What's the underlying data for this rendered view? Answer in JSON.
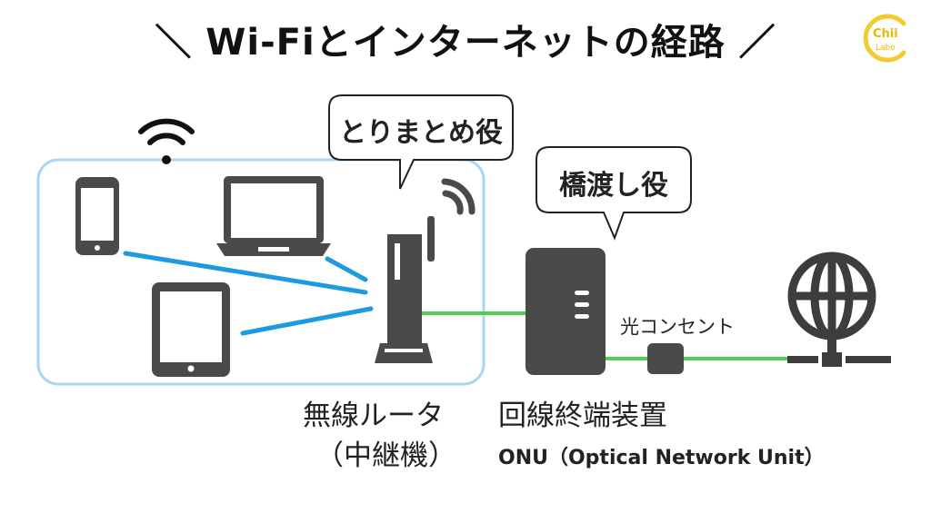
{
  "title": "＼ Wi-Fiとインターネットの経路 ／",
  "logo": {
    "text": "Chii",
    "sub": "Labo",
    "color": "#f2cc2e"
  },
  "bubbles": {
    "router_role": "とりまとめ役",
    "onu_role": "橋渡し役"
  },
  "labels": {
    "router": "無線ルータ",
    "router_sub": "（中継機）",
    "onu": "回線終端装置",
    "onu_sub": "ONU（Optical Network Unit）",
    "outlet": "光コンセント"
  },
  "colors": {
    "wifi_area_border": "#a9d6f2",
    "wireless_link": "#1e9be0",
    "fiber_link": "#4fcf4f",
    "device": "#4a4a4a"
  },
  "icons": [
    "wifi-icon",
    "smartphone-icon",
    "laptop-icon",
    "tablet-icon",
    "router-icon",
    "signal-icon",
    "onu-icon",
    "outlet-icon",
    "globe-icon"
  ]
}
